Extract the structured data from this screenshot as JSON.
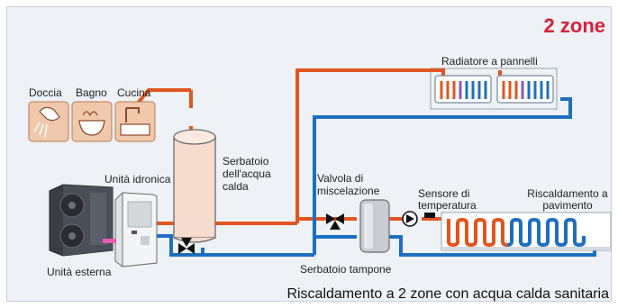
{
  "title": "2 zone",
  "caption": "Riscaldamento a 2 zone con acqua calda sanitaria",
  "labels": {
    "doccia": "Doccia",
    "bagno": "Bagno",
    "cucina": "Cucina",
    "unita_idronica": "Unità idronica",
    "unita_esterna": "Unità esterna",
    "serbatoio_acqua": [
      "Serbatoio",
      "dell'acqua",
      "calda"
    ],
    "valvola": [
      "Valvola di",
      "miscelazione"
    ],
    "serbatoio_tampone": "Serbatoio tampone",
    "sensore": [
      "Sensore di",
      "temperatura"
    ],
    "pavimento": [
      "Riscaldamento a",
      "pavimento"
    ],
    "radiatore": "Radiatore a pannelli"
  },
  "colors": {
    "hot": "#e2551e",
    "cold": "#1d6fc0",
    "accent": "#d81e3c"
  }
}
